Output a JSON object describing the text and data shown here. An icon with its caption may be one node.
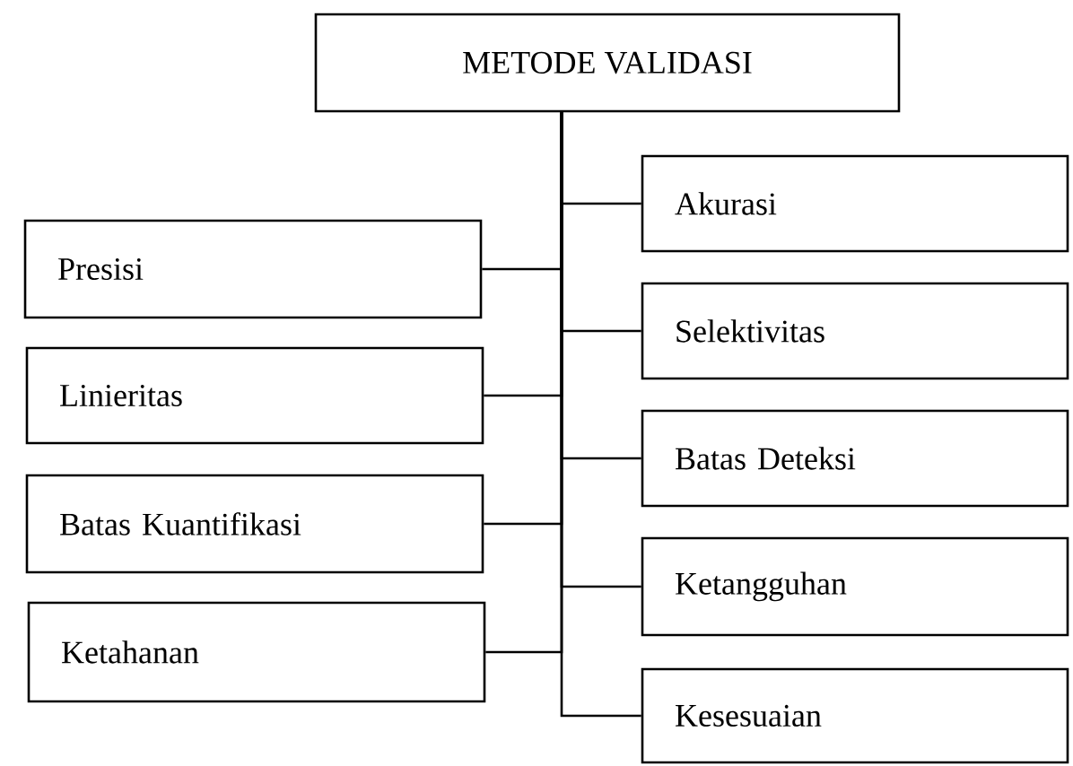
{
  "diagram": {
    "nodes": [
      {
        "text": [
          "METODE VALIDASI"
        ]
      },
      {
        "text": [
          "Akurasi"
        ]
      },
      {
        "text": [
          "Presisi"
        ]
      },
      {
        "text": [
          "Selektivitas"
        ]
      },
      {
        "text": [
          "Linieritas"
        ]
      },
      {
        "text": [
          "Batas Deteksi"
        ]
      },
      {
        "text": [
          "Batas Kuantifikasi"
        ]
      },
      {
        "text": [
          "Ketangguhan"
        ]
      },
      {
        "text": [
          "Ketahanan"
        ]
      },
      {
        "text": [
          "Kesesuaian"
        ]
      }
    ],
    "edges": [
      {
        "from": 0,
        "to": 1,
        "arrow": "none"
      },
      {
        "from": 0,
        "to": 2,
        "arrow": "none"
      },
      {
        "from": 0,
        "to": 3,
        "arrow": "none"
      },
      {
        "from": 0,
        "to": 4,
        "arrow": "none"
      },
      {
        "from": 0,
        "to": 5,
        "arrow": "none"
      },
      {
        "from": 0,
        "to": 6,
        "arrow": "none"
      },
      {
        "from": 0,
        "to": 7,
        "arrow": "none"
      },
      {
        "from": 0,
        "to": 8,
        "arrow": "none"
      },
      {
        "from": 0,
        "to": 9,
        "arrow": "none"
      }
    ]
  }
}
